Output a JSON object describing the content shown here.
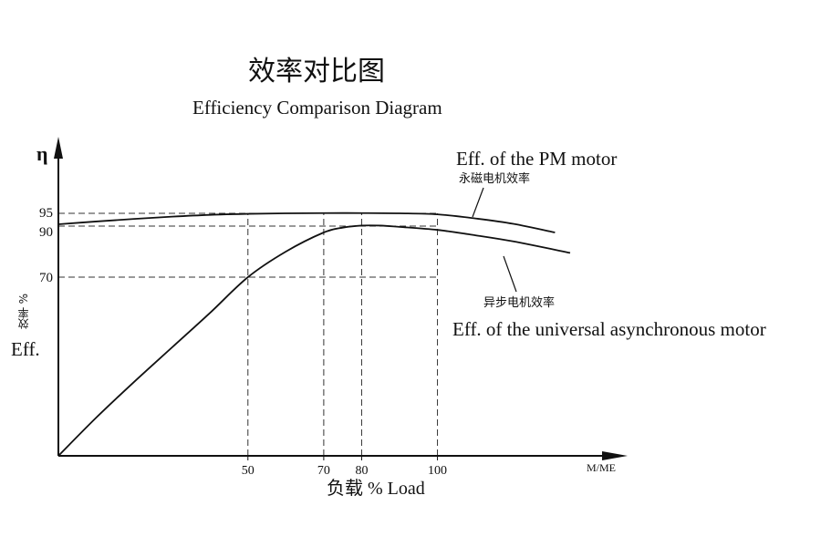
{
  "chart_data": {
    "type": "line",
    "title": "效率对比图",
    "subtitle": "Efficiency Comparison Diagram",
    "xlabel": "负载 % Load",
    "x_unit": "M/ME",
    "ylabel_symbol": "η",
    "ylabel_cn": "效率 %",
    "ylabel_en": "Eff.",
    "x_ticks": [
      50,
      70,
      80,
      100
    ],
    "y_ticks": [
      70,
      90,
      95
    ],
    "xlim": [
      0,
      135
    ],
    "ylim": [
      0,
      95
    ],
    "grid": false,
    "reference_lines": [
      {
        "axis": "y",
        "value": 95
      },
      {
        "axis": "y",
        "value": 90
      },
      {
        "axis": "y",
        "value": 70
      },
      {
        "axis": "x",
        "value": 50
      },
      {
        "axis": "x",
        "value": 70
      },
      {
        "axis": "x",
        "value": 80
      },
      {
        "axis": "x",
        "value": 100
      }
    ],
    "series": [
      {
        "name_en": "Eff. of the PM motor",
        "name_cn": "永磁电机效率",
        "x": [
          0,
          10,
          20,
          30,
          40,
          50,
          60,
          70,
          80,
          90,
          100,
          110,
          120,
          131
        ],
        "y": [
          90.7,
          91.8,
          92.8,
          93.7,
          94.4,
          94.8,
          95.0,
          95.1,
          95.1,
          95.0,
          94.6,
          93.0,
          90.9,
          87.5
        ]
      },
      {
        "name_en": "Eff. of the universal asynchronous motor",
        "name_cn": "异步电机效率",
        "x": [
          0,
          10,
          20,
          30,
          40,
          50,
          60,
          70,
          75,
          80,
          85,
          90,
          100,
          110,
          120,
          135
        ],
        "y": [
          0,
          15.0,
          29.0,
          42.5,
          56.0,
          70.0,
          80.0,
          87.5,
          89.4,
          90.2,
          90.2,
          89.7,
          88.5,
          86.4,
          84.0,
          79.5
        ]
      }
    ]
  }
}
